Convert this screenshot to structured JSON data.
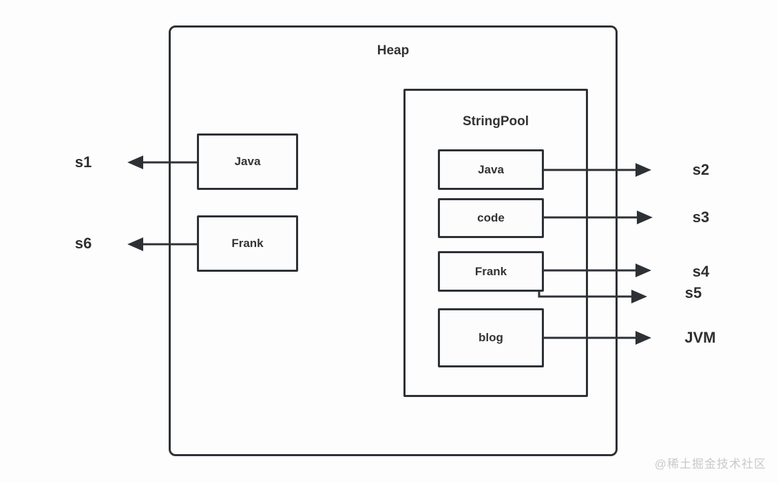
{
  "diagram": {
    "heap": {
      "title": "Heap",
      "boxes": [
        {
          "label": "Java"
        },
        {
          "label": "Frank"
        }
      ]
    },
    "pool": {
      "title": "StringPool",
      "boxes": [
        {
          "label": "Java"
        },
        {
          "label": "code"
        },
        {
          "label": "Frank"
        },
        {
          "label": "blog"
        }
      ]
    },
    "refs": {
      "left": [
        {
          "label": "s1"
        },
        {
          "label": "s6"
        }
      ],
      "right": [
        {
          "label": "s2"
        },
        {
          "label": "s3"
        },
        {
          "label": "s4"
        },
        {
          "label": "s5"
        },
        {
          "label": "JVM"
        }
      ]
    },
    "watermark": "@稀土掘金技术社区",
    "colors": {
      "line": "#2d3136",
      "text": "#333333",
      "ref_text": "#2f2f2f",
      "watermark": "#c9c9c9",
      "background": "#fdfdfd"
    }
  }
}
